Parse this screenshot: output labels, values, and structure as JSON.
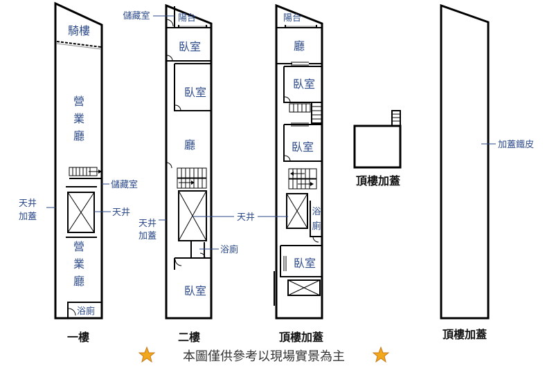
{
  "colors": {
    "label": "#2c4a8a",
    "wall": "#000000",
    "footer": "#333333",
    "star": "#f2a81d"
  },
  "floor1": {
    "title": "一樓",
    "arcade": "騎樓",
    "hall_top": "營業廳",
    "hall_bottom": "營業廳",
    "storage": "儲藏室",
    "lightwell": "天井",
    "lightwell_cover": [
      "天井",
      "加蓋"
    ],
    "bath": "浴廁"
  },
  "floor2": {
    "title": "二樓",
    "storage": "儲藏室",
    "balcony": "陽台",
    "bedroom1": "臥室",
    "bedroom2": "臥室",
    "hall": "廳",
    "lightwell_cover": [
      "天井",
      "加蓋"
    ],
    "bath": "浴廁",
    "bedroom3": "臥室"
  },
  "floor3": {
    "title": "頂樓加蓋",
    "balcony": "陽台",
    "hall": "廳",
    "bedroom1": "臥室",
    "bedroom2": "臥室",
    "lightwell": "天井",
    "bath": [
      "浴",
      "廁"
    ],
    "bedroom3": "臥室"
  },
  "roof_small": {
    "title": "頂樓加蓋"
  },
  "roof_large": {
    "title": "頂樓加蓋",
    "iron_roof": "加蓋鐵皮"
  },
  "footer": {
    "note": "本圖僅供參考以現場實景為主",
    "star_icon": "star-icon"
  }
}
